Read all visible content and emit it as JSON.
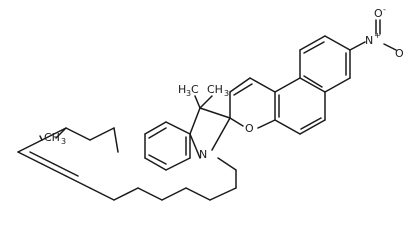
{
  "labels": {
    "nitrogen_indoline": "N",
    "oxygen_pyran": "O",
    "nitro_nitrogen": "N",
    "nitro_plus": "+",
    "nitro_oxygen_top": "O",
    "nitro_minus": "-",
    "nitro_oxygen_bottom": "O",
    "methyl_left_h": "H",
    "methyl_left_c": "C",
    "methyl_left_sub": "3",
    "methyl_right_c": "CH",
    "methyl_right_sub": "3",
    "chain_end_c": "CH",
    "chain_end_sub": "3"
  },
  "colors": {
    "bond": "#1a1a1a",
    "background": "#ffffff"
  }
}
